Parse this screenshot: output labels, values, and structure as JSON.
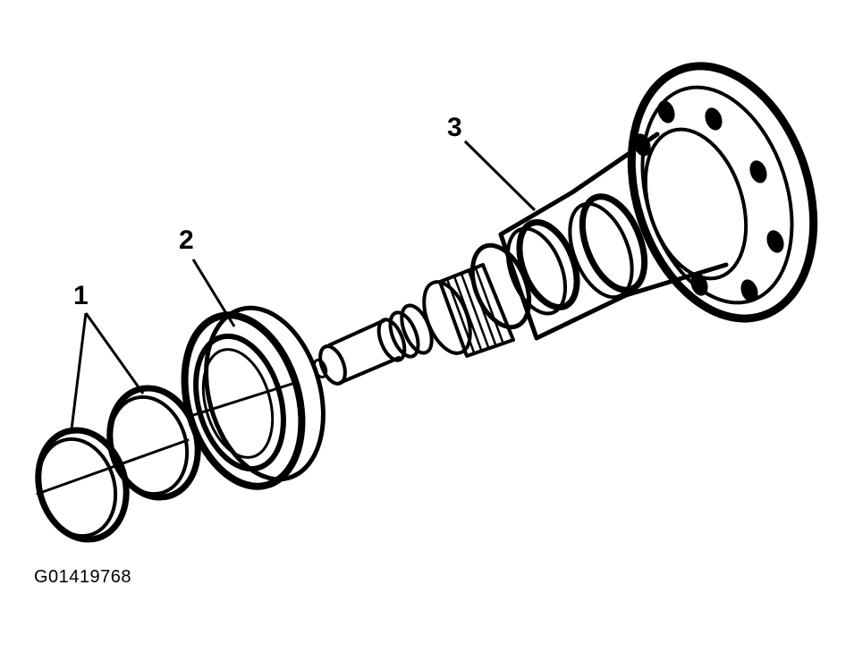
{
  "callouts": {
    "one": "1",
    "two": "2",
    "three": "3"
  },
  "figure_id": "G01419768",
  "colors": {
    "ink": "#000000",
    "background": "#ffffff"
  }
}
